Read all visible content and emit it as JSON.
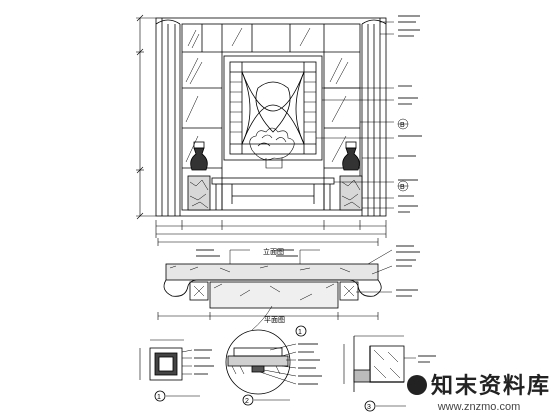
{
  "labels": {
    "elevation_title": "立面图",
    "plan_title": "平面图",
    "detail_b": "B",
    "detail_1": "1",
    "detail_2": "2",
    "detail_3": "3",
    "mark_b": "B"
  },
  "watermark": {
    "brand": "知末资料库",
    "url": "www.znzmo.com"
  }
}
